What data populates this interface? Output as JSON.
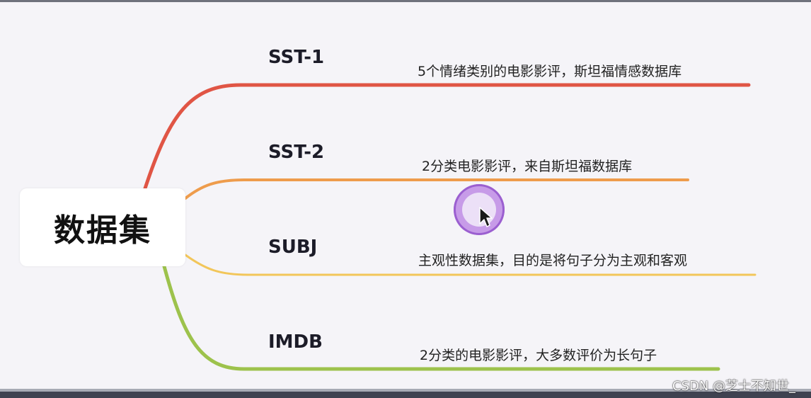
{
  "root": {
    "label": "数据集"
  },
  "branches": [
    {
      "label": "SST-1",
      "description": "5个情绪类别的电影影评，斯坦福情感数据库",
      "color": "#e05545"
    },
    {
      "label": "SST-2",
      "description": "2分类电影影评，来自斯坦福数据库",
      "color": "#ee9c4c"
    },
    {
      "label": "SUBJ",
      "description": "主观性数据集，目的是将句子分为主观和客观",
      "color": "#f2c65a"
    },
    {
      "label": "IMDB",
      "description": "2分类的电影影评，大多数评价为长句子",
      "color": "#9dc24c"
    }
  ],
  "watermark": "CSDN @芝士不知世_",
  "cursor": {
    "icon": "pointer-arrow-icon",
    "highlight_color": "#c79be8"
  }
}
